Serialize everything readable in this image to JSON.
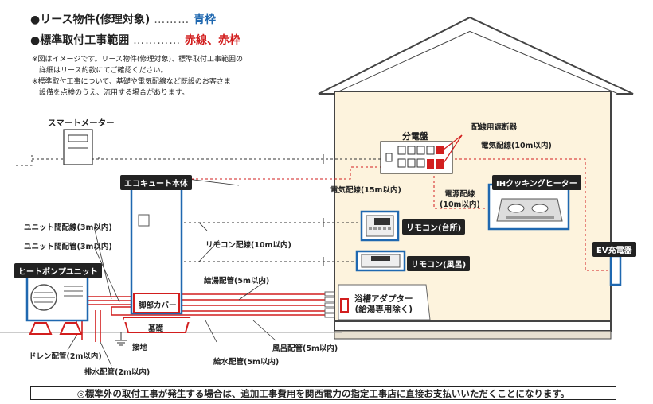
{
  "legend": {
    "lease_label": "●リース物件(修理対象)",
    "lease_dots": "………",
    "lease_value": "青枠",
    "standard_label": "●標準取付工事範囲",
    "standard_dots": "…………",
    "standard_value": "赤線、赤枠"
  },
  "notes": [
    "※図はイメージです。リース物件(修理対象)、標準取付工事範囲の",
    "詳細はリース約款にてご確認ください。",
    "※標準取付工事について、基礎や電気配線など既設のお客さま",
    "設備を点検のうえ、流用する場合があります。"
  ],
  "labels": {
    "smart_meter": "スマートメーター",
    "panel": "分電盤",
    "breaker": "配線用遮断器",
    "elec_10m": "電気配線(10m以内)",
    "elec_15m": "電気配線(15m以内)",
    "power_line_1": "電源配線",
    "power_line_2": "(10m以内)",
    "ih_heater": "IHクッキングヒーター",
    "ecocute": "エコキュート本体",
    "unit_wire": "ユニット間配線(3m以内)",
    "unit_pipe": "ユニット間配管(3m以内)",
    "remote_wire": "リモコン配線(10m以内)",
    "remote_kitchen": "リモコン(台所)",
    "remote_bath": "リモコン(風呂)",
    "ev": "EV充電器",
    "heat_pump": "ヒートポンプユニット",
    "hot_water_pipe": "給湯配管(5m以内)",
    "leg_cover": "脚部カバー",
    "foundation": "基礎",
    "bath_adapter_1": "浴槽アダプター",
    "bath_adapter_2": "(給湯専用除く)",
    "ground": "接地",
    "drain_pipe": "ドレン配管(2m以内)",
    "discharge_pipe": "排水配管(2m以内)",
    "water_pipe": "給水配管(5m以内)",
    "bath_pipe": "風呂配管(5m以内)"
  },
  "footer": "◎標準外の取付工事が発生する場合は、追加工事費用を関西電力の指定工事店に直接お支払いいただくことになります。",
  "colors": {
    "lease_blue": "#1f68b0",
    "install_red": "#d21e1e",
    "house_fill": "#fdf3dd"
  }
}
